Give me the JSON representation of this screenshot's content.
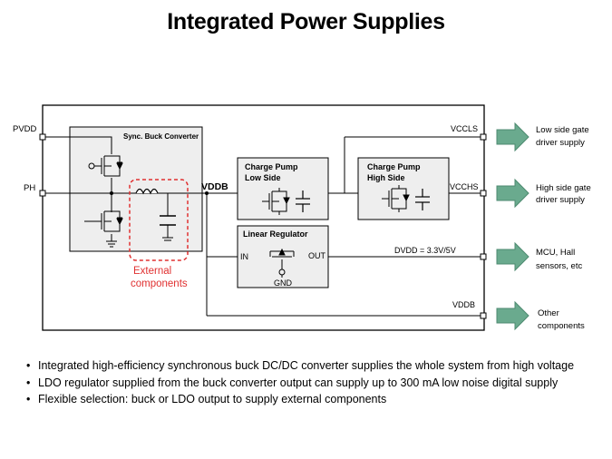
{
  "title": "Integrated Power Supplies",
  "diagram": {
    "pins": {
      "pvdd": "PVDD",
      "ph": "PH",
      "vccls": "VCCLS",
      "vcchs": "VCCHS",
      "dvdd": "DVDD =  3.3V/5V",
      "vddb_out": "VDDB",
      "vddb_node": "VDDB"
    },
    "blocks": {
      "buck": "Sync. Buck Converter",
      "cp_low_1": "Charge Pump",
      "cp_low_2": "Low Side",
      "cp_high_1": "Charge Pump",
      "cp_high_2": "High Side",
      "linear": "Linear Regulator",
      "lin_in": "IN",
      "lin_out": "OUT",
      "lin_gnd": "GND"
    },
    "external": {
      "line1": "External",
      "line2": "components"
    },
    "outputs": [
      {
        "line1": "Low side gate",
        "line2": "driver supply"
      },
      {
        "line1": "High side gate",
        "line2": "driver supply"
      },
      {
        "line1": "MCU, Hall",
        "line2": "sensors, etc"
      },
      {
        "line1": "Other",
        "line2": "components"
      }
    ],
    "colors": {
      "arrow_fill": "#6aaa8e",
      "block_fill": "#eeeeee",
      "external_red": "#e03030"
    }
  },
  "bullets": [
    "Integrated high-efficiency synchronous buck DC/DC converter supplies the whole system from high voltage",
    "LDO regulator supplied from the buck converter output can supply up to 300 mA low noise digital supply",
    "Flexible selection: buck or LDO output to supply external components"
  ]
}
